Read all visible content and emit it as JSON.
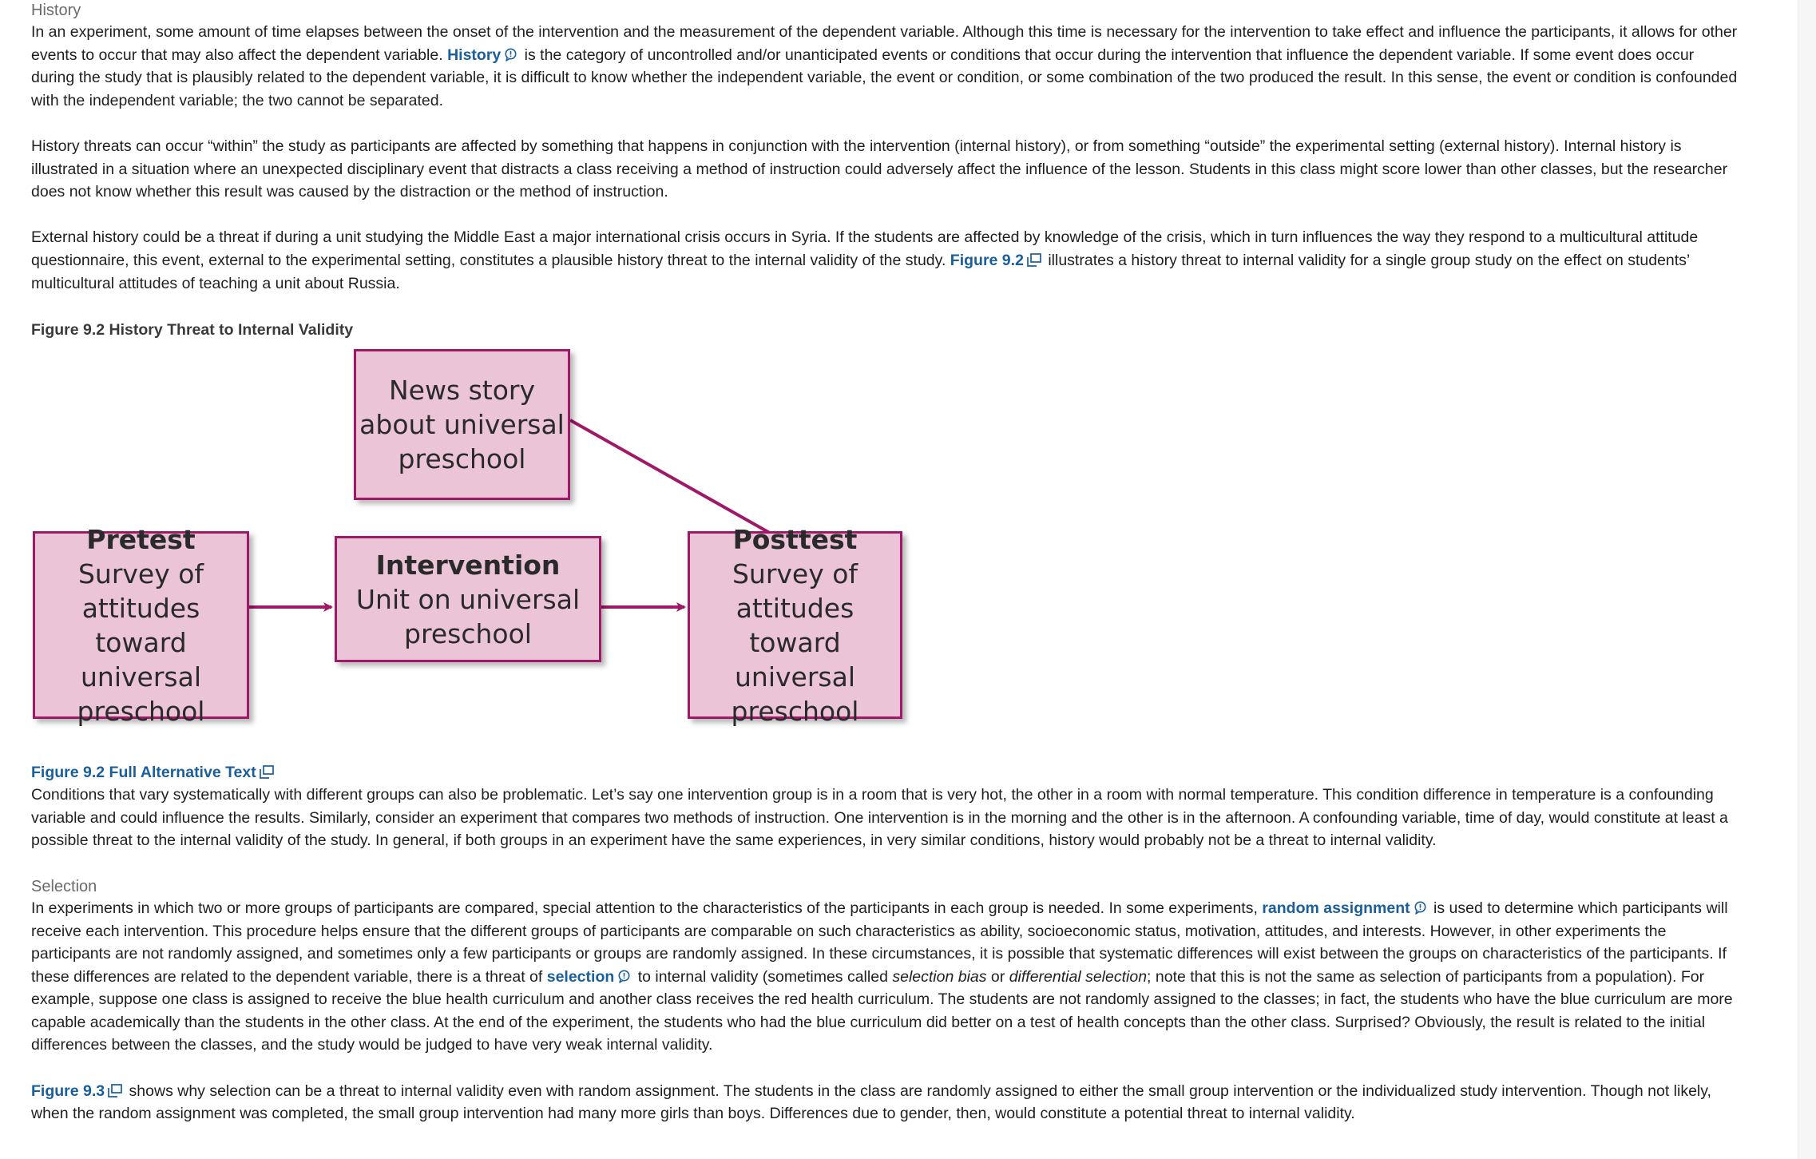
{
  "history": {
    "heading": "History",
    "p1_a": "In an experiment, some amount of time elapses between the onset of the intervention and the measurement of the dependent variable. Although this time is necessary for the intervention to take effect and influence the participants, it allows for other events to occur that may also affect the dependent variable.",
    "p1_term": "History",
    "p1_b": "is the category of uncontrolled and/or unanticipated events or conditions that occur during the intervention that influence the dependent variable. If some event does occur during the study that is plausibly related to the dependent variable, it is difficult to know whether the independent variable, the event or condition, or some combination of the two produced the result. In this sense, the event or condition is confounded with the independent variable; the two cannot be separated.",
    "p2": "History threats can occur “within” the study as participants are affected by something that happens in conjunction with the intervention (internal history), or from something “outside” the experimental setting (external history). Internal history is illustrated in a situation where an unexpected disciplinary event that distracts a class receiving a method of instruction could adversely affect the influence of the lesson. Students in this class might score lower than other classes, but the researcher does not know whether this result was caused by the distraction or the method of instruction.",
    "p3_a": "External history could be a threat if during a unit studying the Middle East a major international crisis occurs in Syria. If the students are affected by knowledge of the crisis, which in turn influences the way they respond to a multicultural attitude questionnaire, this event, external to the experimental setting, constitutes a plausible history threat to the internal validity of the study.",
    "p3_link": "Figure 9.2",
    "p3_b": "illustrates a history threat to internal validity for a single group study on the effect on students’ multicultural attitudes of teaching a unit about Russia."
  },
  "figure": {
    "title": "Figure 9.2 History Threat to Internal Validity",
    "news": {
      "line1": "News story",
      "line2": "about universal",
      "line3": "preschool"
    },
    "pretest": {
      "title": "Pretest",
      "line1": "Survey of",
      "line2": "attitudes toward",
      "line3": "universal",
      "line4": "preschool"
    },
    "intervention": {
      "title": "Intervention",
      "line1": "Unit on universal",
      "line2": "preschool"
    },
    "posttest": {
      "title": "Posttest",
      "line1": "Survey of",
      "line2": "attitudes",
      "line3": "toward universal",
      "line4": "preschool"
    },
    "alt_text_link": "Figure 9.2 Full Alternative Text"
  },
  "conditions": {
    "p": "Conditions that vary systematically with different groups can also be problematic. Let’s say one intervention group is in a room that is very hot, the other in a room with normal temperature. This condition difference in temperature is a confounding variable and could influence the results. Similarly, consider an experiment that compares two methods of instruction. One intervention is in the morning and the other is in the afternoon. A confounding variable, time of day, would constitute at least a possible threat to the internal validity of the study. In general, if both groups in an experiment have the same experiences, in very similar conditions, history would probably not be a threat to internal validity."
  },
  "selection": {
    "heading": "Selection",
    "p1_a": "In experiments in which two or more groups of participants are compared, special attention to the characteristics of the participants in each group is needed. In some experiments,",
    "p1_term1": "random assignment",
    "p1_b": "is used to determine which participants will receive each intervention. This procedure helps ensure that the different groups of participants are comparable on such characteristics as ability, socioeconomic status, motivation, attitudes, and interests. However, in other experiments the participants are not randomly assigned, and sometimes only a few participants or groups are randomly assigned. In these circumstances, it is possible that systematic differences will exist between the groups on characteristics of the participants. If these differences are related to the dependent variable, there is a threat of",
    "p1_term2": "selection",
    "p1_c": "to internal validity (sometimes called",
    "p1_em1": "selection bias",
    "p1_or": "or",
    "p1_em2": "differential selection",
    "p1_d": "; note that this is not the same as selection of participants from a population). For example, suppose one class is assigned to receive the blue health curriculum and another class receives the red health curriculum. The students are not randomly assigned to the classes; in fact, the students who have the blue curriculum are more capable academically than the students in the other class. At the end of the experiment, the students who had the blue curriculum did better on a test of health concepts than the other class. Surprised? Obviously, the result is related to the initial differences between the classes, and the study would be judged to have very weak internal validity.",
    "p2_link": "Figure 9.3",
    "p2_b": "shows why selection can be a threat to internal validity even with random assignment. The students in the class are randomly assigned to either the small group intervention or the individualized study intervention. Though not likely, when the random assignment was completed, the small group intervention had many more girls than boys. Differences due to gender, then, would constitute a potential threat to internal validity."
  },
  "colors": {
    "link": "#1a5e9a",
    "box_fill": "#ebc4d8",
    "box_border": "#a01868"
  }
}
